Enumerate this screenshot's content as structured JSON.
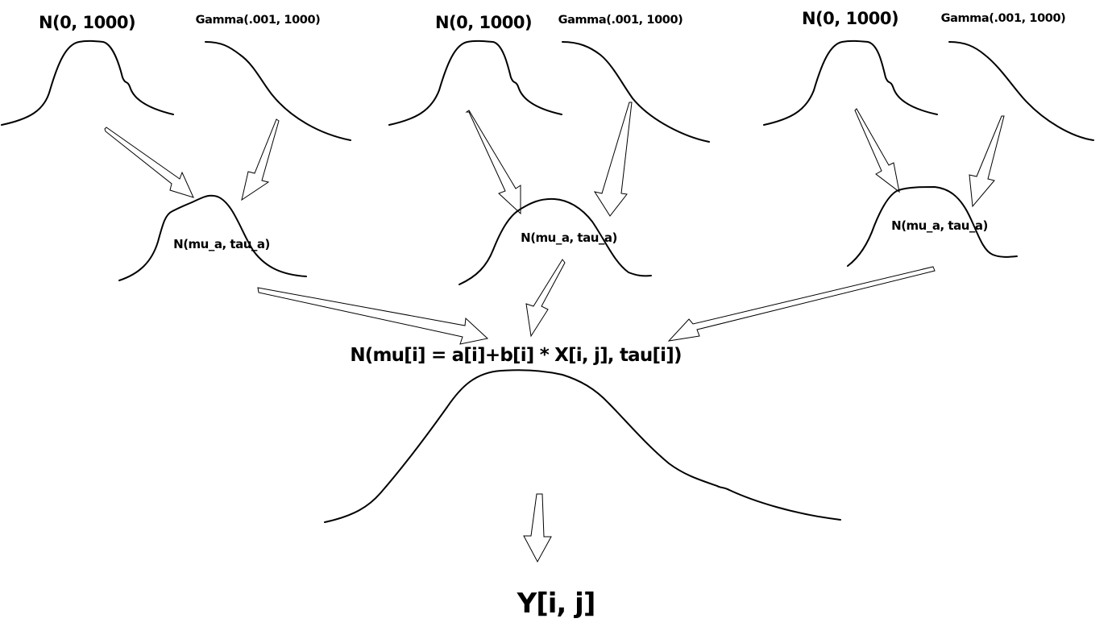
{
  "priors": [
    {
      "mean_prior": "N(0, 1000)",
      "precision_prior": "Gamma(.001, 1000)",
      "group_dist": "N(mu_a, tau_a)"
    },
    {
      "mean_prior": "N(0, 1000)",
      "precision_prior": "Gamma(.001, 1000)",
      "group_dist": "N(mu_a, tau_a)"
    },
    {
      "mean_prior": "N(0, 1000)",
      "precision_prior": "Gamma(.001, 1000)",
      "group_dist": "N(mu_a, tau_a)"
    }
  ],
  "likelihood": "N(mu[i] = a[i]+b[i] * X[i, j], tau[i])",
  "output": "Y[i, j]"
}
